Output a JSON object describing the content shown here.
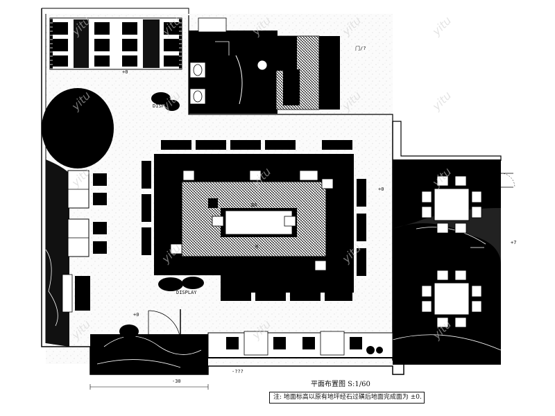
{
  "plan": {
    "title": "平面布置图 S:1/60",
    "note": "注: 地面标高以原有地坪经石过磺后地面完成面为 ±0.",
    "watermark": "yitu",
    "labels": {
      "lvl_top": "+0",
      "lvl_right": "+0",
      "lvl_door": "+0",
      "lvl_bottom": "-30",
      "lvl_bottom2": "-???",
      "display_top": "DISPLAY",
      "display_bottom": "DISPLAY",
      "bar": "BA",
      "bar_center": "B",
      "top_right_tag": "门/?",
      "right_tag": "+7"
    }
  },
  "colors": {
    "ink": "#000000",
    "paper": "#ffffff",
    "hatch": "#bdbdbd",
    "watermark": "#cfcfcf"
  }
}
